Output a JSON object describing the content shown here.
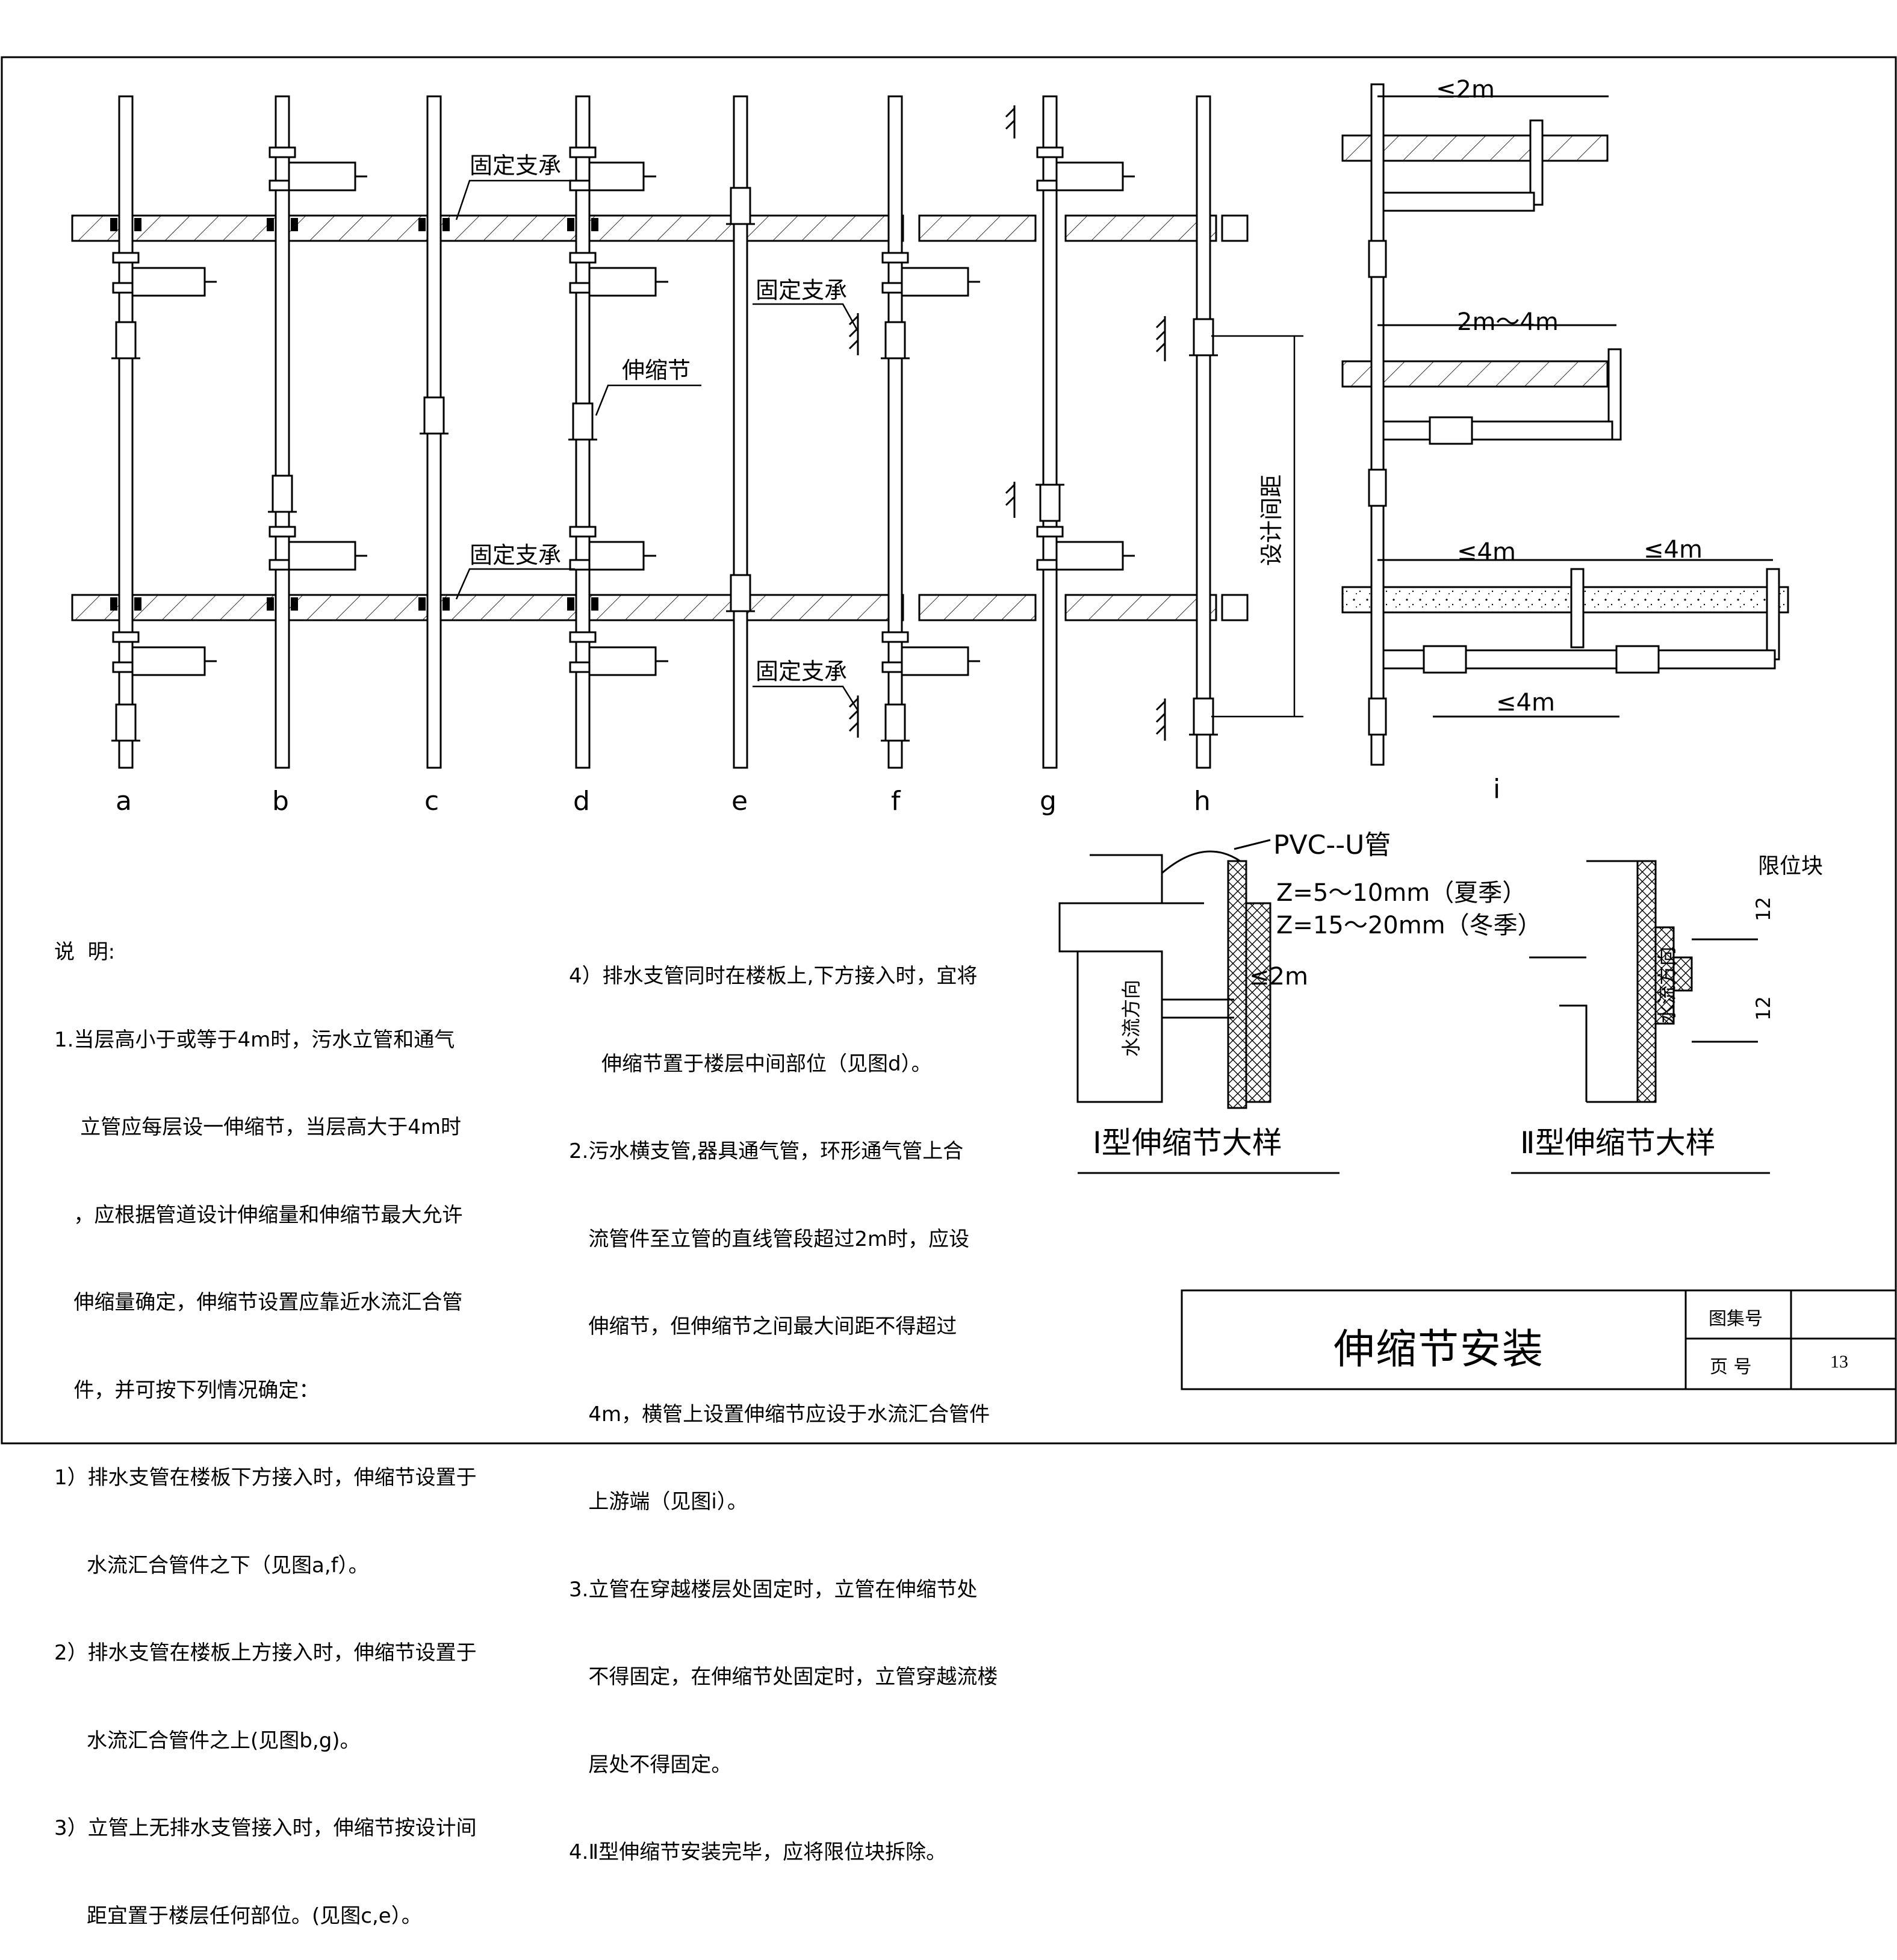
{
  "drawing": {
    "labels": {
      "fixed_support": "固定支承",
      "expansion_joint": "伸缩节",
      "design_spacing": "设计间距",
      "pvc_u_pipe": "PVC--U管",
      "limit_block": "限位块",
      "water_flow_dir": "水流方向",
      "z_summer": "Z=5～10mm（夏季）",
      "z_winter": "Z=15～20mm（冬季）",
      "le2m_detail": "≤2m",
      "dim_12": "12"
    },
    "columns": [
      "a",
      "b",
      "c",
      "d",
      "e",
      "f",
      "g",
      "h",
      "i"
    ],
    "dims_i": {
      "top": "≤2m",
      "middle": "2m～4m",
      "left": "≤4m",
      "right": "≤4m",
      "bottom": "≤4m"
    },
    "detail_titles": {
      "type1": "Ⅰ型伸缩节大样",
      "type2": "Ⅱ型伸缩节大样"
    }
  },
  "notes": {
    "heading": "说  明:",
    "left_lines": [
      "1.当层高小于或等于4m时，污水立管和通气",
      "    立管应每层设一伸缩节，当层高大于4m时",
      "   ，应根据管道设计伸缩量和伸缩节最大允许",
      "   伸缩量确定，伸缩节设置应靠近水流汇合管",
      "   件，并可按下列情况确定：",
      "1）排水支管在楼板下方接入时，伸缩节设置于",
      "     水流汇合管件之下（见图a,f）。",
      "2）排水支管在楼板上方接入时，伸缩节设置于",
      "     水流汇合管件之上(见图b,g)。",
      "3）立管上无排水支管接入时，伸缩节按设计间",
      "     距宜置于楼层任何部位。(见图c,e）。"
    ],
    "right_lines": [
      "4）排水支管同时在楼板上,下方接入时，宜将",
      "     伸缩节置于楼层中间部位（见图d）。",
      "2.污水横支管,器具通气管，环形通气管上合",
      "   流管件至立管的直线管段超过2m时，应设",
      "   伸缩节，但伸缩节之间最大间距不得超过",
      "   4m，横管上设置伸缩节应设于水流汇合管件",
      "   上游端（见图i）。",
      "3.立管在穿越楼层处固定时，立管在伸缩节处",
      "   不得固定，在伸缩节处固定时，立管穿越流楼",
      "   层处不得固定。",
      "4.Ⅱ型伸缩节安装完毕，应将限位块拆除。"
    ]
  },
  "title_block": {
    "title": "伸缩节安装",
    "atlas_no_label": "图集号",
    "atlas_no_value": "",
    "page_label": "页  号",
    "page_value": "13"
  }
}
